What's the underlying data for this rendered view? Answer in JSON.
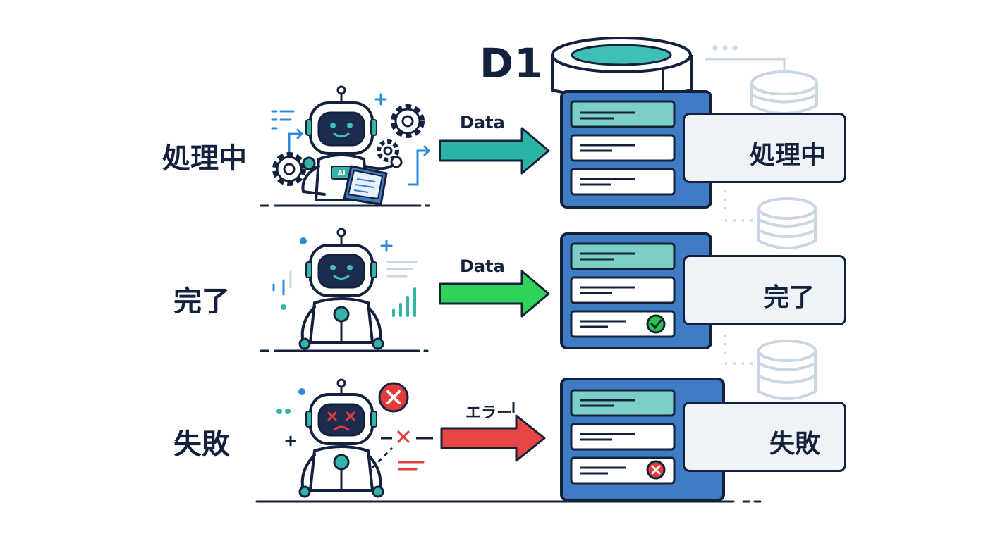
{
  "db_name": "D1",
  "rows": [
    {
      "id": "processing",
      "label": "処理中",
      "arrow_label": "Data",
      "arrow_color": "#2bb3a5",
      "status_label": "処理中",
      "status_color": "#f6c81e",
      "robot_state": "working",
      "record_mark": "none"
    },
    {
      "id": "completed",
      "label": "完了",
      "arrow_label": "Data",
      "arrow_color": "#2fd35a",
      "status_label": "完了",
      "status_color": "#27c64a",
      "robot_state": "happy",
      "record_mark": "check-icon"
    },
    {
      "id": "failed",
      "label": "失敗",
      "arrow_label": "エラー",
      "arrow_color": "#e84545",
      "status_label": "失敗",
      "status_color": "#e23b3b",
      "robot_state": "error",
      "record_mark": "x-icon"
    }
  ],
  "colors": {
    "outline": "#14213d",
    "db_blue": "#3f7cc3",
    "db_teal": "#3ec0b4",
    "record_teal": "#7ccfc4",
    "ghost_db": "#c9d6e3",
    "accent_blue": "#2a8bd8",
    "accent_teal": "#35b3a6"
  }
}
